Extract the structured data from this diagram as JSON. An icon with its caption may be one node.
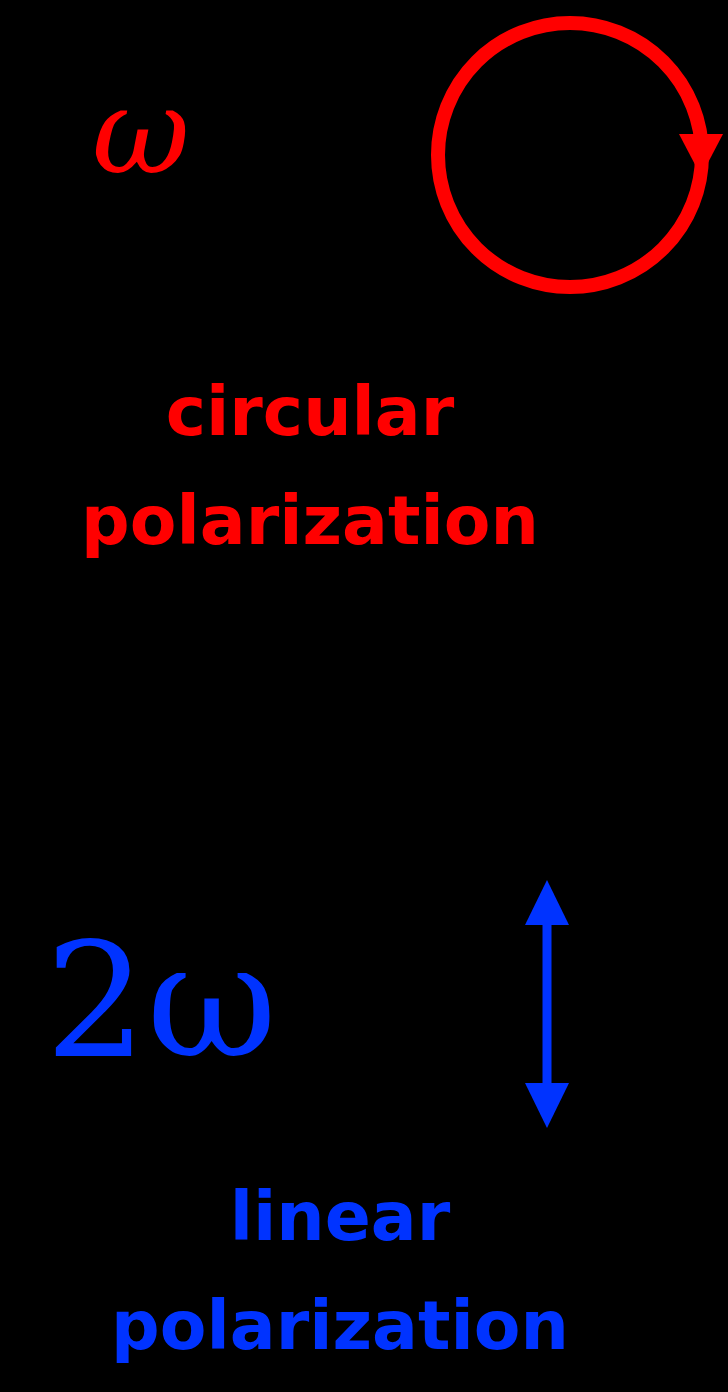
{
  "diagram": {
    "labels": [
      "ω",
      "circular polarization",
      "2ω",
      "linear polarization"
    ]
  }
}
